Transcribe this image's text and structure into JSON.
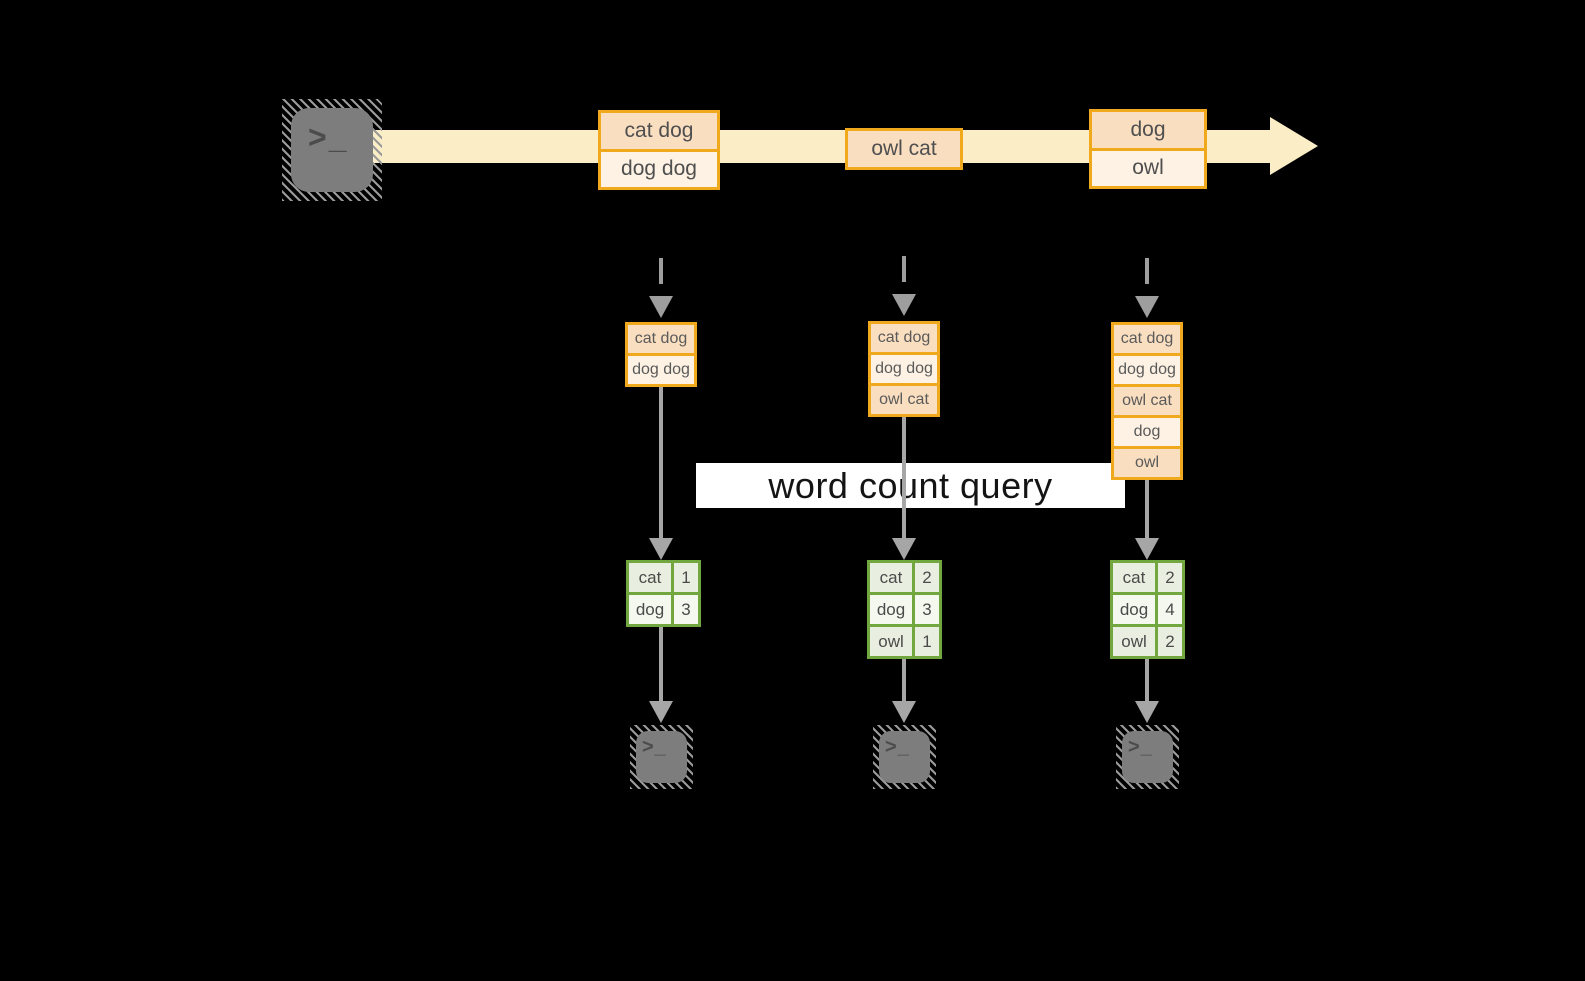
{
  "query_label": "word count query",
  "terminal_prompt": ">_",
  "timeline": {
    "events": [
      {
        "rows": [
          "cat dog",
          "dog dog"
        ]
      },
      {
        "rows": [
          "owl cat"
        ]
      },
      {
        "rows": [
          "dog",
          "owl"
        ]
      }
    ]
  },
  "columns": [
    {
      "buffer": [
        "cat dog",
        "dog dog"
      ],
      "counts": [
        {
          "word": "cat",
          "n": "1"
        },
        {
          "word": "dog",
          "n": "3"
        }
      ]
    },
    {
      "buffer": [
        "cat dog",
        "dog dog",
        "owl cat"
      ],
      "counts": [
        {
          "word": "cat",
          "n": "2"
        },
        {
          "word": "dog",
          "n": "3"
        },
        {
          "word": "owl",
          "n": "1"
        }
      ]
    },
    {
      "buffer": [
        "cat dog",
        "dog dog",
        "owl cat",
        "dog",
        "owl"
      ],
      "counts": [
        {
          "word": "cat",
          "n": "2"
        },
        {
          "word": "dog",
          "n": "4"
        },
        {
          "word": "owl",
          "n": "2"
        }
      ]
    }
  ],
  "colors": {
    "background": "#000000",
    "stream_fill": "#fbeec6",
    "event_border": "#f0a81c",
    "event_fill_odd": "#fadec0",
    "event_fill_even": "#fdf2e3",
    "table_border": "#72a63e",
    "table_fill_odd": "#e9efe0",
    "table_fill_even": "#f4f8ef",
    "arrow_gray": "#a6a6a6",
    "terminal_gray": "#7d7d7d",
    "query_bg": "#ffffff"
  }
}
